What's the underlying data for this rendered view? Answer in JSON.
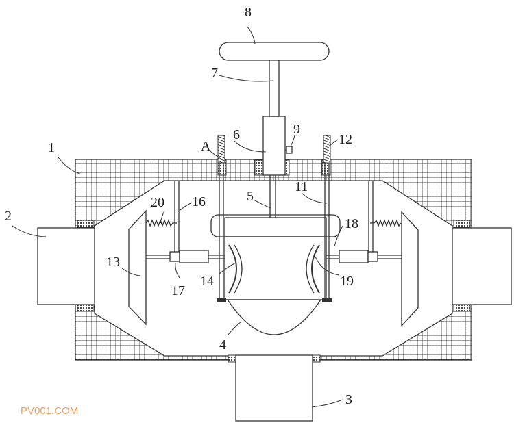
{
  "labels": {
    "l1": "1",
    "l2": "2",
    "l3": "3",
    "l4": "4",
    "l5": "5",
    "l6": "6",
    "l7": "7",
    "l8": "8",
    "l9": "9",
    "lA": "A",
    "l11": "11",
    "l12": "12",
    "l13": "13",
    "l14": "14",
    "l16": "16",
    "l17": "17",
    "l18": "18",
    "l19": "19",
    "l20": "20"
  },
  "watermark": "PV001.COM"
}
